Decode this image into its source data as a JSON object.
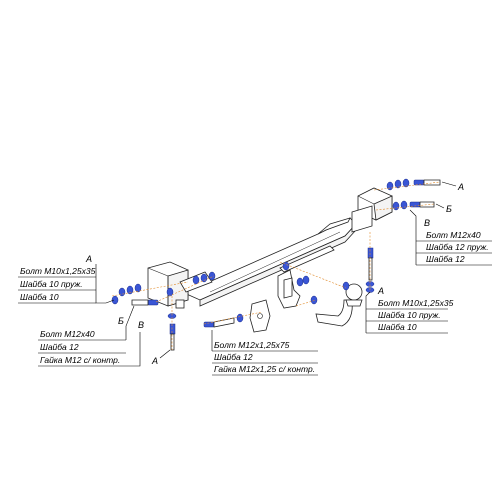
{
  "diagram": {
    "callouts": {
      "left_top": {
        "letter": "А",
        "lines": [
          "Болт М10х1,25х35",
          "Шайба 10 пруж.",
          "Шайба 10"
        ]
      },
      "left_bottom": {
        "lines": [
          "Болт М12х40",
          "Шайба 12",
          "Гайка М12 с/ контр."
        ]
      },
      "center_bottom": {
        "lines": [
          "Болт М12х1,25х75",
          "Шайба 12",
          "Гайка М12х1,25 с/ контр."
        ]
      },
      "right_middle": {
        "letter": "В",
        "lines": [
          "Болт М12х40",
          "Шайба 12 пруж.",
          "Шайба 12"
        ]
      },
      "right_bottom": {
        "letter": "А",
        "lines": [
          "Болт М10х1,25х35",
          "Шайба 10 пруж.",
          "Шайба 10"
        ]
      }
    },
    "markers": {
      "right_top_a": "А",
      "right_top_b": "Б",
      "left_b": "Б",
      "left_v": "В",
      "left_a": "А"
    },
    "colors": {
      "fasteners": "#3a56d6",
      "guide_lines": "#e08a2a",
      "outline": "#222222"
    }
  }
}
